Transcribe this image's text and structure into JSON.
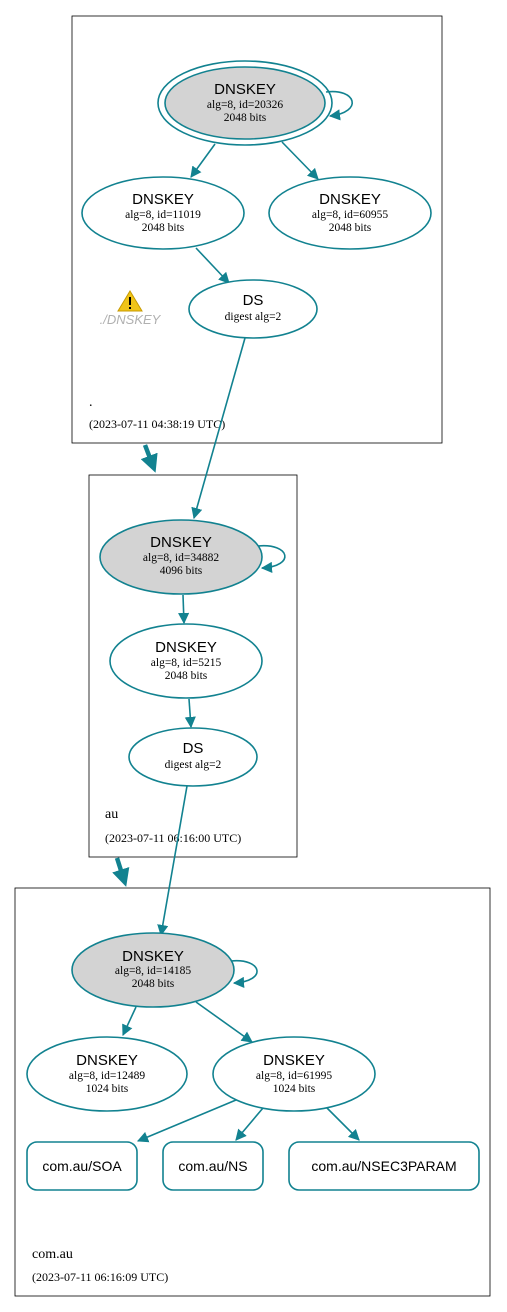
{
  "colors": {
    "edge": "#128290",
    "ksk_fill": "#d3d3d3",
    "node_stroke": "#128290",
    "warning": "#f0c419"
  },
  "zones": {
    "root": {
      "name": ".",
      "timestamp": "(2023-07-11 04:38:19 UTC)"
    },
    "au": {
      "name": "au",
      "timestamp": "(2023-07-11 06:16:00 UTC)"
    },
    "com_au": {
      "name": "com.au",
      "timestamp": "(2023-07-11 06:16:09 UTC)"
    }
  },
  "nodes": {
    "root_ksk": {
      "title": "DNSKEY",
      "line1": "alg=8, id=20326",
      "line2": "2048 bits"
    },
    "root_zsk1": {
      "title": "DNSKEY",
      "line1": "alg=8, id=11019",
      "line2": "2048 bits"
    },
    "root_zsk2": {
      "title": "DNSKEY",
      "line1": "alg=8, id=60955",
      "line2": "2048 bits"
    },
    "au_ds": {
      "title": "DS",
      "line1": "digest alg=2"
    },
    "au_ksk": {
      "title": "DNSKEY",
      "line1": "alg=8, id=34882",
      "line2": "4096 bits"
    },
    "au_zsk": {
      "title": "DNSKEY",
      "line1": "alg=8, id=5215",
      "line2": "2048 bits"
    },
    "comau_ds": {
      "title": "DS",
      "line1": "digest alg=2"
    },
    "comau_ksk": {
      "title": "DNSKEY",
      "line1": "alg=8, id=14185",
      "line2": "2048 bits"
    },
    "comau_zsk1": {
      "title": "DNSKEY",
      "line1": "alg=8, id=12489",
      "line2": "1024 bits"
    },
    "comau_zsk2": {
      "title": "DNSKEY",
      "line1": "alg=8, id=61995",
      "line2": "1024 bits"
    }
  },
  "rrsets": {
    "soa": "com.au/SOA",
    "ns": "com.au/NS",
    "nsec3param": "com.au/NSEC3PARAM"
  },
  "warning": {
    "icon": "warning-triangle-icon",
    "label": "./DNSKEY"
  }
}
